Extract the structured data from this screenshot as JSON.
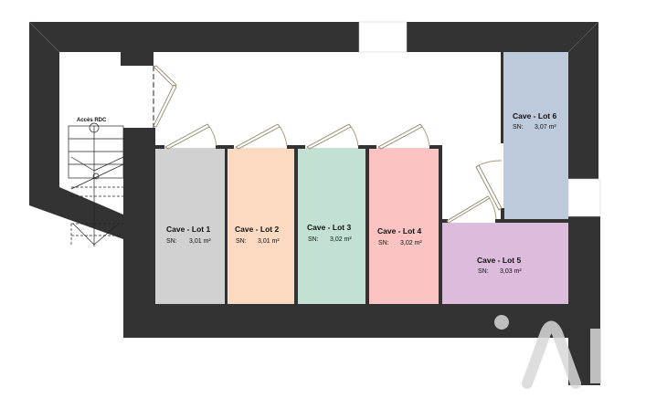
{
  "plan": {
    "access_label": "Accès RDC",
    "rooms": [
      {
        "name": "Cave - Lot 1",
        "sn_label": "SN:",
        "area": "3,01 m²",
        "color": "#d1d1d1"
      },
      {
        "name": "Cave - Lot 2",
        "sn_label": "SN:",
        "area": "3,01 m²",
        "color": "#fcdac2"
      },
      {
        "name": "Cave - Lot 3",
        "sn_label": "SN:",
        "area": "3,02 m²",
        "color": "#c3e1d3"
      },
      {
        "name": "Cave - Lot 4",
        "sn_label": "SN:",
        "area": "3,02 m²",
        "color": "#fcc3c3"
      },
      {
        "name": "Cave - Lot 5",
        "sn_label": "SN:",
        "area": "3,03 m²",
        "color": "#dcbbdc"
      },
      {
        "name": "Cave - Lot 6",
        "sn_label": "SN:",
        "area": "3,07 m²",
        "color": "#bdcadc"
      }
    ],
    "wall_color": "#333333"
  }
}
